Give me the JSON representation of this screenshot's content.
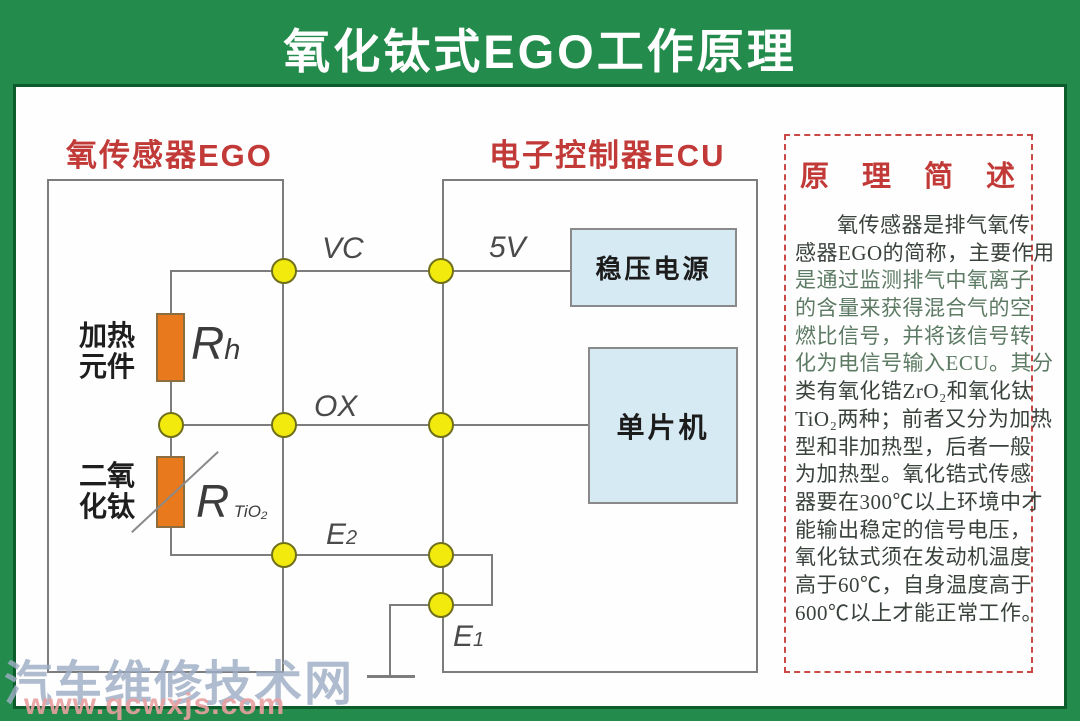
{
  "title": "氧化钛式EGO工作原理",
  "sections": {
    "sensor_label": "氧传感器EGO",
    "ecu_label": "电子控制器ECU"
  },
  "component_labels": {
    "heater": "加热\n元件",
    "titanium_dioxide": "二氧\n化钛",
    "rh": {
      "base": "R",
      "sub": "h"
    },
    "rtio2": {
      "base": "R",
      "sub": "TiO₂"
    },
    "regulator": "稳压电源",
    "mcu": "单片机"
  },
  "pins": {
    "vc": "VC",
    "v5": "5V",
    "ox": "OX",
    "e2": {
      "base": "E",
      "sub": "2"
    },
    "e1": {
      "base": "E",
      "sub": "1"
    }
  },
  "panel": {
    "title_chars": [
      "原",
      "理",
      "简",
      "述"
    ],
    "body_lines": [
      "氧传感器是排气氧传",
      "感器EGO的简称，主要作用",
      "是通过监测排气中氧离子",
      "的含量来获得混合气的空",
      "燃比信号，并将该信号转",
      "化为电信号输入ECU。其分",
      "类有氧化锆ZrO₂和氧化钛",
      "TiO₂两种；前者又分为加热",
      "型和非加热型，后者一般",
      "为加热型。氧化锆式传感",
      "器要在300℃以上环境中才",
      "能输出稳定的信号电压，",
      "氧化钛式须在发动机温度",
      "高于60℃，自身温度高于",
      "600℃以上才能正常工作。"
    ]
  },
  "watermark": {
    "site_name": "汽车维修技术网",
    "site_url": "www.qcwxjs.com"
  },
  "colors": {
    "frame_green": "#238b4b",
    "frame_dark_green": "#0d5c2c",
    "heading_red": "#c13a38",
    "wire_gray": "#7d7d7d",
    "node_yellow": "#f2ea0c",
    "resistor_orange": "#e8791c",
    "box_light_blue": "#d6eaf4",
    "watermark_blue": "#9eadc5",
    "watermark_pink": "#e99ea0"
  }
}
